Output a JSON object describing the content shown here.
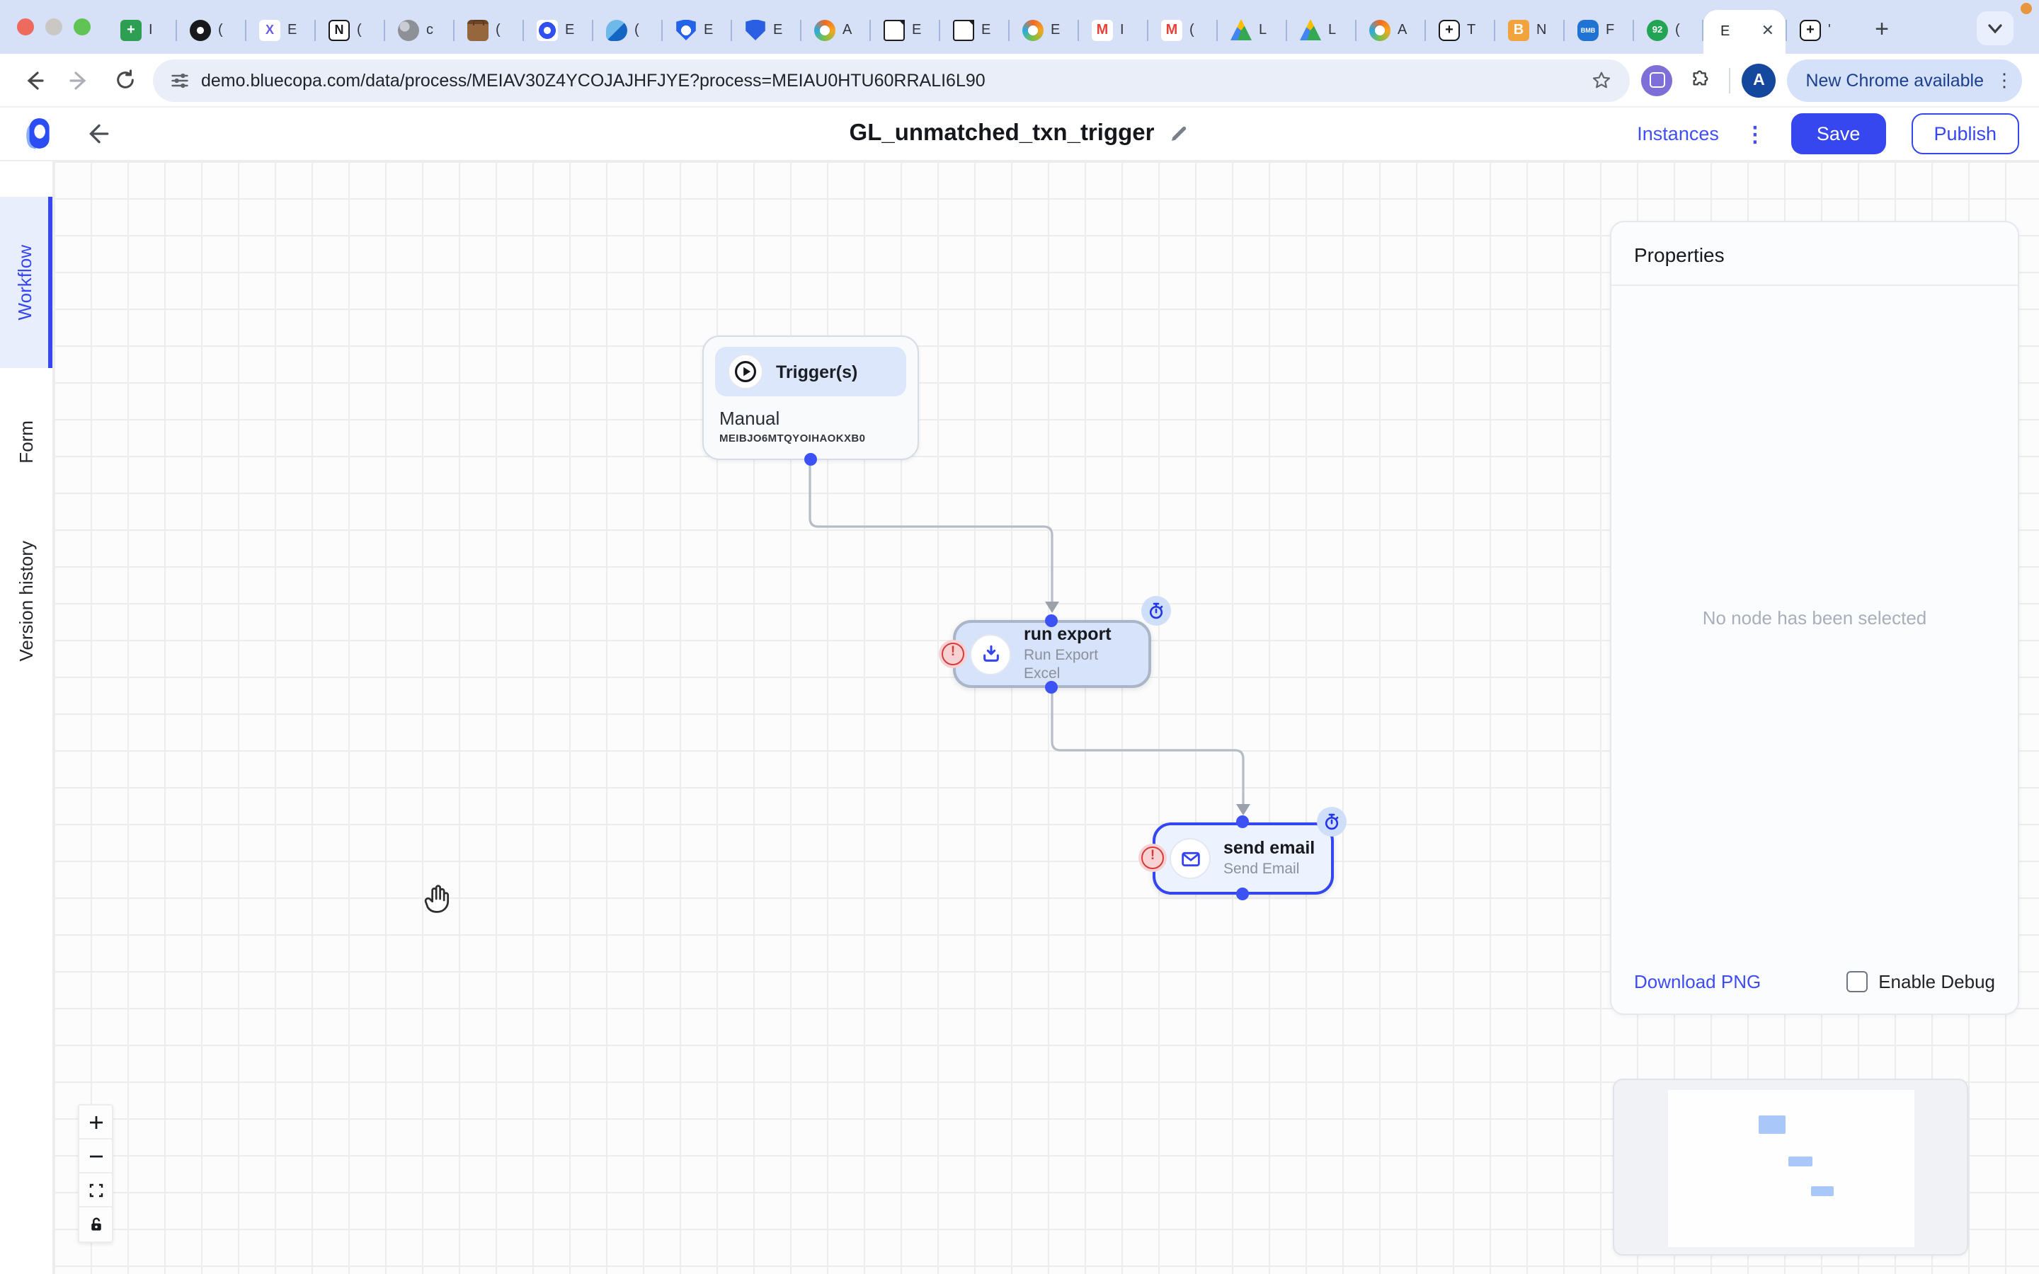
{
  "browser": {
    "tabs": [
      {
        "icon": "sheets-icon",
        "label": "I"
      },
      {
        "icon": "chatgpt-icon",
        "label": "("
      },
      {
        "icon": "purple-x-icon",
        "label": "E"
      },
      {
        "icon": "notion-icon",
        "label": "("
      },
      {
        "icon": "globe-icon",
        "label": "c"
      },
      {
        "icon": "briefcase-icon",
        "label": "("
      },
      {
        "icon": "bluecopa-icon",
        "label": "E"
      },
      {
        "icon": "water-drop-icon",
        "label": "("
      },
      {
        "icon": "shield-outline-icon",
        "label": "E"
      },
      {
        "icon": "shield-filled-icon",
        "label": "E"
      },
      {
        "icon": "color-ring-icon",
        "label": "A"
      },
      {
        "icon": "document-icon",
        "label": "E"
      },
      {
        "icon": "document-icon",
        "label": "E"
      },
      {
        "icon": "orange-ring-icon",
        "label": "E"
      },
      {
        "icon": "gmail-icon",
        "label": "I"
      },
      {
        "icon": "gmail-icon",
        "label": "("
      },
      {
        "icon": "drive-icon",
        "label": "L"
      },
      {
        "icon": "drive-icon",
        "label": "L"
      },
      {
        "icon": "orange-ring-icon",
        "label": "A"
      },
      {
        "icon": "plus-square-icon",
        "label": "T"
      },
      {
        "icon": "orange-b-icon",
        "label": "N"
      },
      {
        "icon": "bmb-icon",
        "label": "F"
      },
      {
        "icon": "whatsapp-badge-icon",
        "label": "("
      }
    ],
    "active_tab": {
      "label": "E"
    },
    "overflow_tab": {
      "icon": "plus-square-icon",
      "label": "'"
    },
    "url": "demo.bluecopa.com/data/process/MEIAV30Z4YCOJAJHFJYE?process=MEIAU0HTU60RRALI6L90",
    "avatar": "A",
    "update_button": "New Chrome available"
  },
  "header": {
    "title": "GL_unmatched_txn_trigger",
    "instances": "Instances",
    "save": "Save",
    "publish": "Publish"
  },
  "sidebar": {
    "workflow": "Workflow",
    "form": "Form",
    "version_history": "Version history"
  },
  "nodes": {
    "trigger": {
      "header": "Trigger(s)",
      "name": "Manual",
      "id": "MEIBJO6MTQYOIHAOKXB0"
    },
    "run_export": {
      "title": "run export",
      "subtitle": "Run Export Excel"
    },
    "send_email": {
      "title": "send email",
      "subtitle": "Send Email"
    }
  },
  "properties": {
    "title": "Properties",
    "empty_state": "No node has been selected",
    "download_png": "Download PNG",
    "enable_debug": "Enable Debug"
  },
  "colors": {
    "accent_blue": "#3647ef",
    "node_selected_border": "#3446f0",
    "error_red": "#d23b3b",
    "tabstrip_bg": "#d6e1f7"
  }
}
